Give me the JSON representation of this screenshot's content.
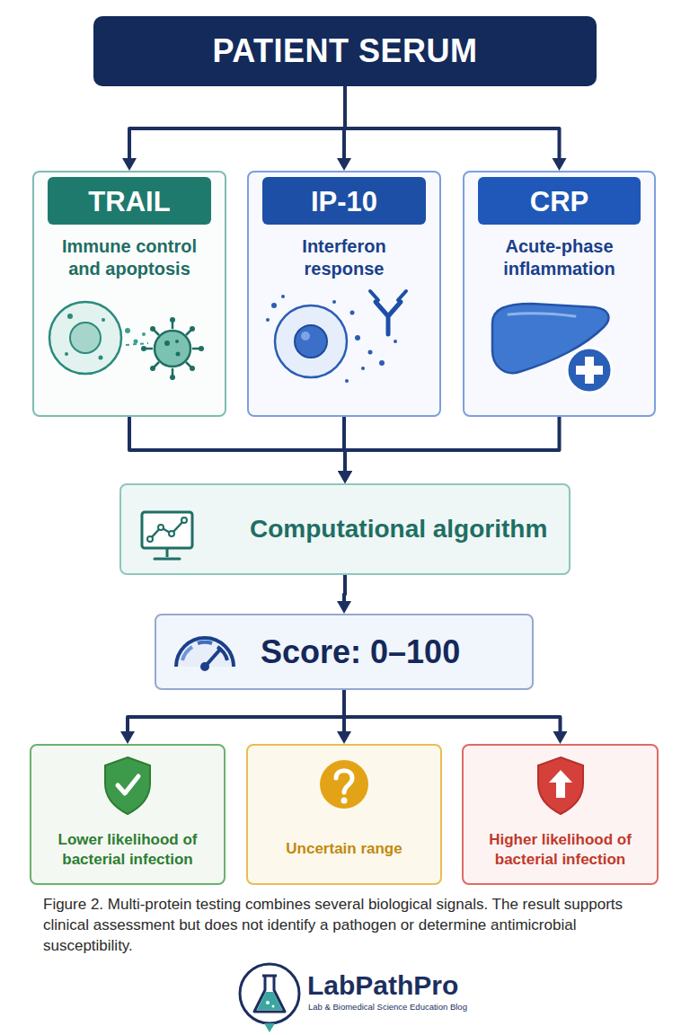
{
  "diagram": {
    "caption": "Figure 2. Multi-protein testing combines several biological signals. The result supports clinical assessment but does not identify a pathogen or determine antimicrobial susceptibility.",
    "nodes": [
      {
        "text": [
          "PATIENT SERUM"
        ]
      },
      {
        "text": [
          "Immune control and apoptosis"
        ]
      },
      {
        "text": [
          "TRAIL"
        ],
        "in": 1
      },
      {
        "text": [
          "Interferon response"
        ]
      },
      {
        "text": [
          "IP-10"
        ],
        "in": 3
      },
      {
        "text": [
          "Acute-phase inflammation"
        ]
      },
      {
        "text": [
          "CRP"
        ],
        "in": 5
      },
      {
        "text": [
          "Computational algorithm"
        ]
      },
      {
        "text": [
          "Score: 0–100"
        ]
      },
      {
        "text": [
          "Lower likelihood of bacterial infection"
        ]
      },
      {
        "text": [
          "Uncertain range"
        ]
      },
      {
        "text": [
          "Higher likelihood of bacterial infection"
        ]
      }
    ],
    "edges": [
      {
        "from": 0,
        "to": 1,
        "arrow": "to"
      },
      {
        "from": 0,
        "to": 3,
        "arrow": "to"
      },
      {
        "from": 0,
        "to": 5,
        "arrow": "to"
      },
      {
        "from": 1,
        "to": 7,
        "arrow": "to"
      },
      {
        "from": 3,
        "to": 7,
        "arrow": "to"
      },
      {
        "from": 5,
        "to": 7,
        "arrow": "to"
      },
      {
        "from": 7,
        "to": 8,
        "arrow": "to"
      },
      {
        "from": 8,
        "to": 9,
        "arrow": "to"
      },
      {
        "from": 8,
        "to": 10,
        "arrow": "to"
      },
      {
        "from": 8,
        "to": 11,
        "arrow": "to"
      }
    ],
    "labels": [
      "LabPathPro",
      "Lab & Biomedical Science Education Blog"
    ]
  }
}
